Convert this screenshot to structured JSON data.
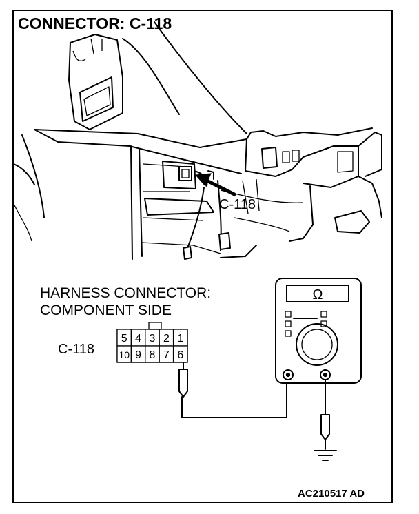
{
  "header": {
    "title": "CONNECTOR: C-118"
  },
  "callout": {
    "label": "C-118"
  },
  "harness": {
    "title_line1": "HARNESS CONNECTOR:",
    "title_line2": "COMPONENT SIDE",
    "connector_label": "C-118",
    "pins_top": [
      "5",
      "4",
      "3",
      "2",
      "1"
    ],
    "pins_bottom": [
      "10",
      "9",
      "8",
      "7",
      "6"
    ],
    "probed_pin": "6"
  },
  "meter": {
    "mode_symbol": "Ω"
  },
  "footer": {
    "code": "AC210517 AD"
  }
}
